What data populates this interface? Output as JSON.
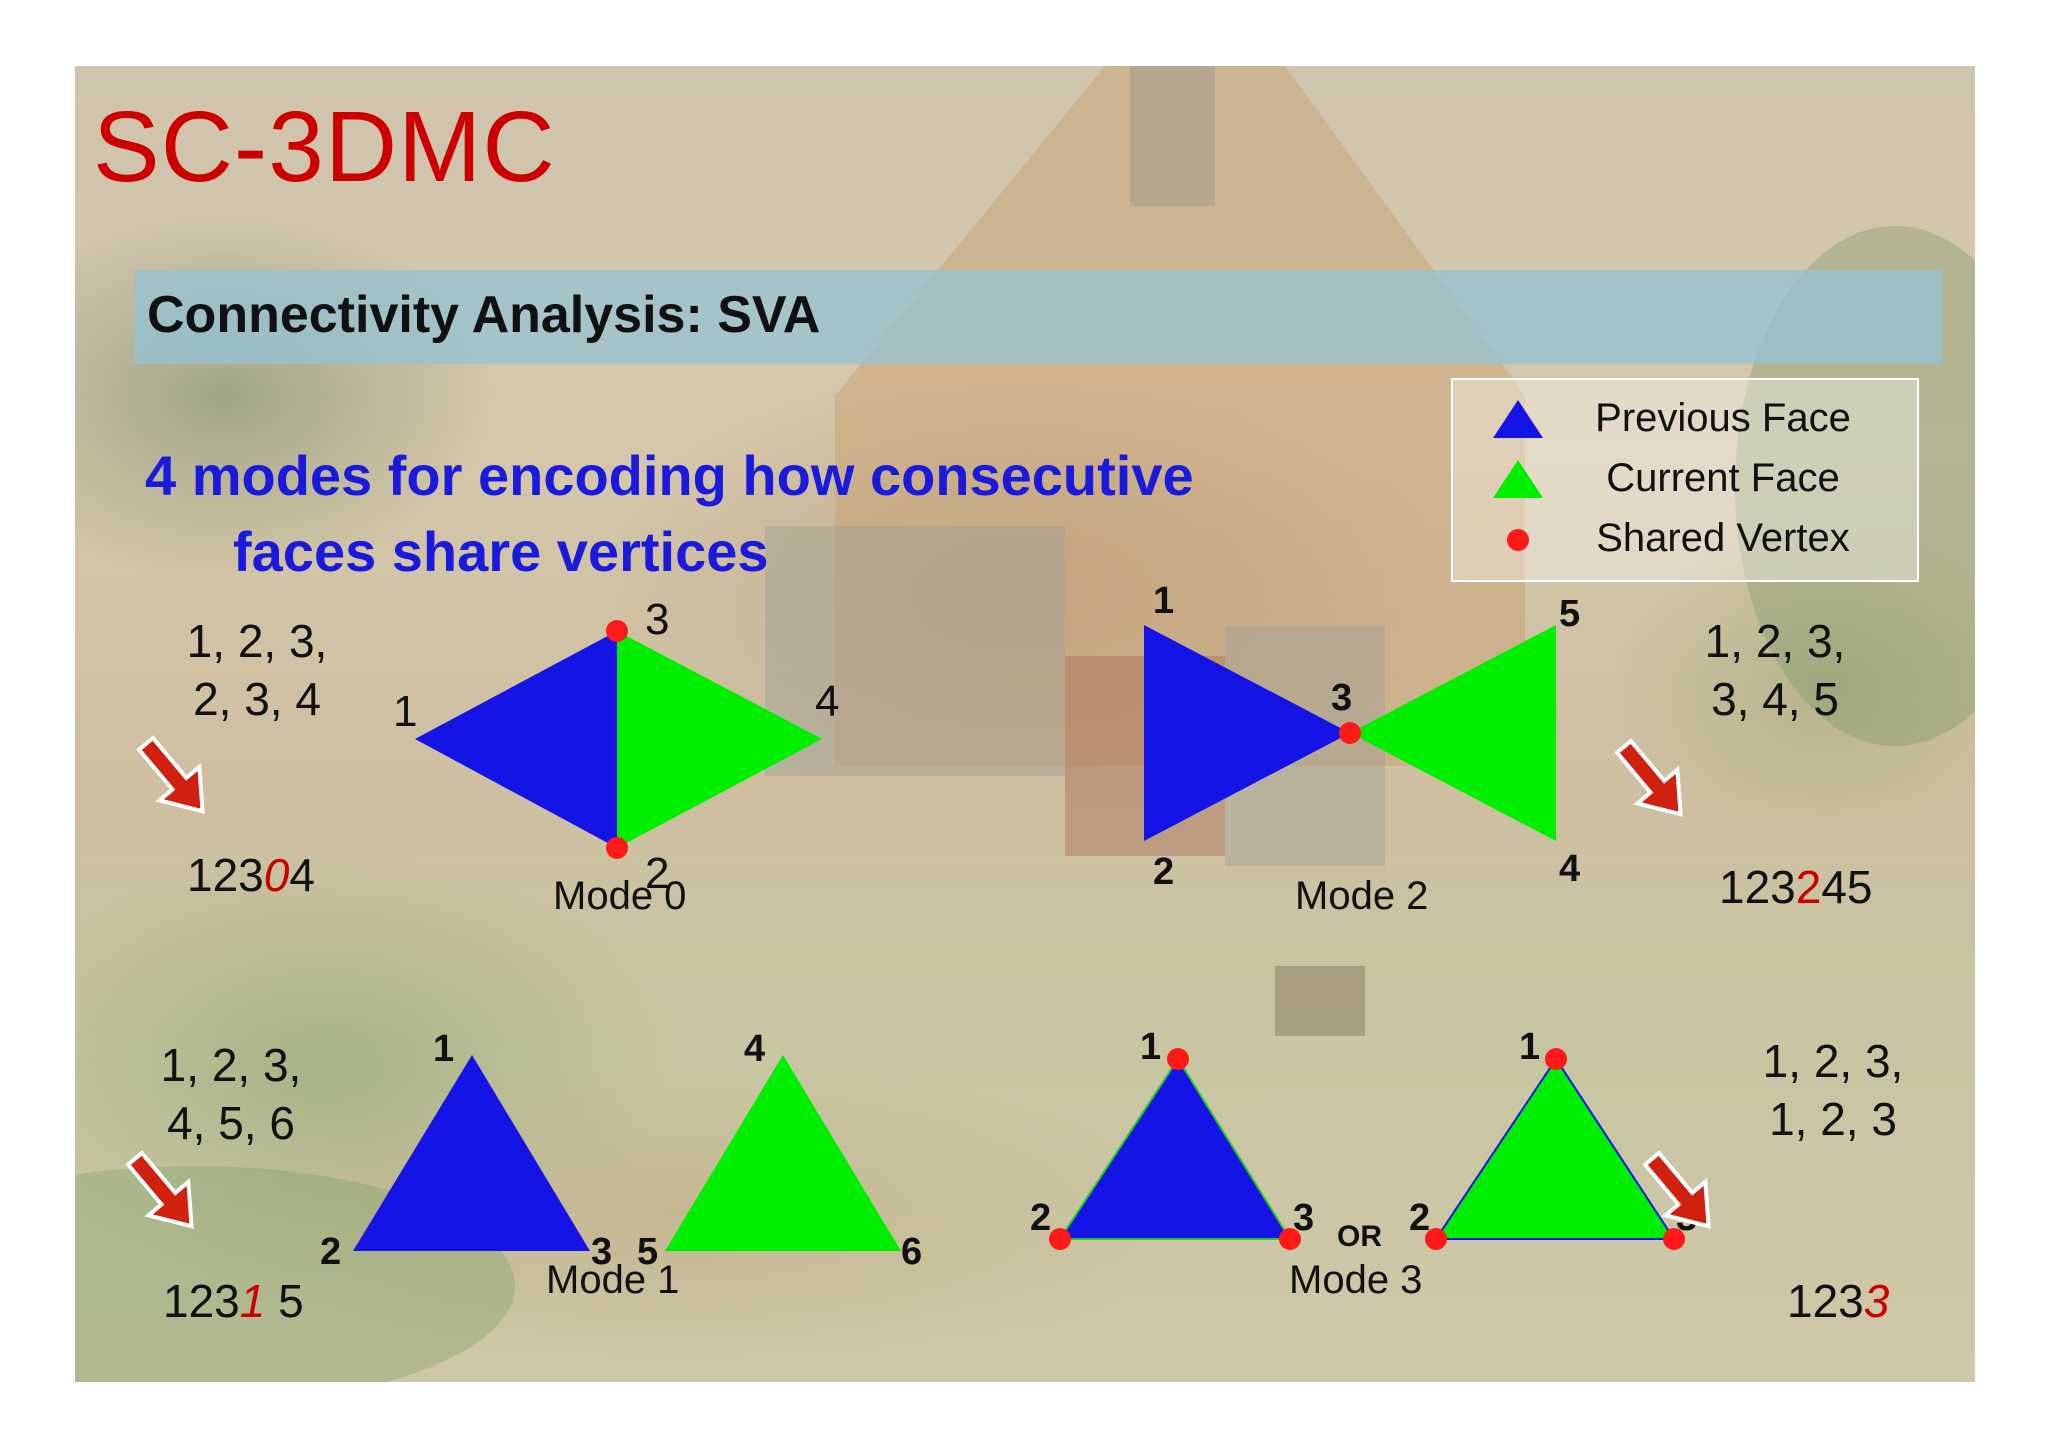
{
  "slide": {
    "title": "SC-3DMC",
    "banner": "Connectivity Analysis: SVA",
    "subtitle_line1": "4 modes for encoding how consecutive",
    "subtitle_line2": "faces share vertices"
  },
  "legend": {
    "items": [
      {
        "label": "Previous Face",
        "icon": "blue-triangle-icon"
      },
      {
        "label": "Current Face",
        "icon": "green-triangle-icon"
      },
      {
        "label": "Shared Vertex",
        "icon": "red-dot-icon"
      }
    ]
  },
  "colors": {
    "previous_face": "#1414e6",
    "current_face": "#00ee00",
    "shared_vertex": "#ff1a1a",
    "highlight": "#cc0000",
    "title": "#cc0000",
    "subtitle": "#1a1adc"
  },
  "modes": [
    {
      "label": "Mode 0",
      "sequence_line1": "1, 2, 3,",
      "sequence_line2": "2, 3, 4",
      "code_prefix": "123",
      "code_highlight": "0",
      "code_suffix": "4",
      "vertex_labels": [
        "1",
        "2",
        "3",
        "4"
      ]
    },
    {
      "label": "Mode 1",
      "sequence_line1": "1, 2, 3,",
      "sequence_line2": "4, 5, 6",
      "code_prefix": "123",
      "code_highlight": "1",
      "code_suffix": " 5",
      "vertex_labels": [
        "1",
        "2",
        "3",
        "4",
        "5",
        "6"
      ]
    },
    {
      "label": "Mode 2",
      "sequence_line1": "1, 2, 3,",
      "sequence_line2": "3, 4, 5",
      "code_prefix": "123",
      "code_highlight": "2",
      "code_suffix": "45",
      "vertex_labels": [
        "1",
        "2",
        "3",
        "4",
        "5"
      ]
    },
    {
      "label": "Mode 3",
      "sequence_line1": "1, 2, 3,",
      "sequence_line2": "1, 2, 3",
      "code_prefix": "123",
      "code_highlight": "3",
      "code_suffix": "",
      "vertex_labels": [
        "1",
        "2",
        "3"
      ],
      "or_label": "OR"
    }
  ]
}
